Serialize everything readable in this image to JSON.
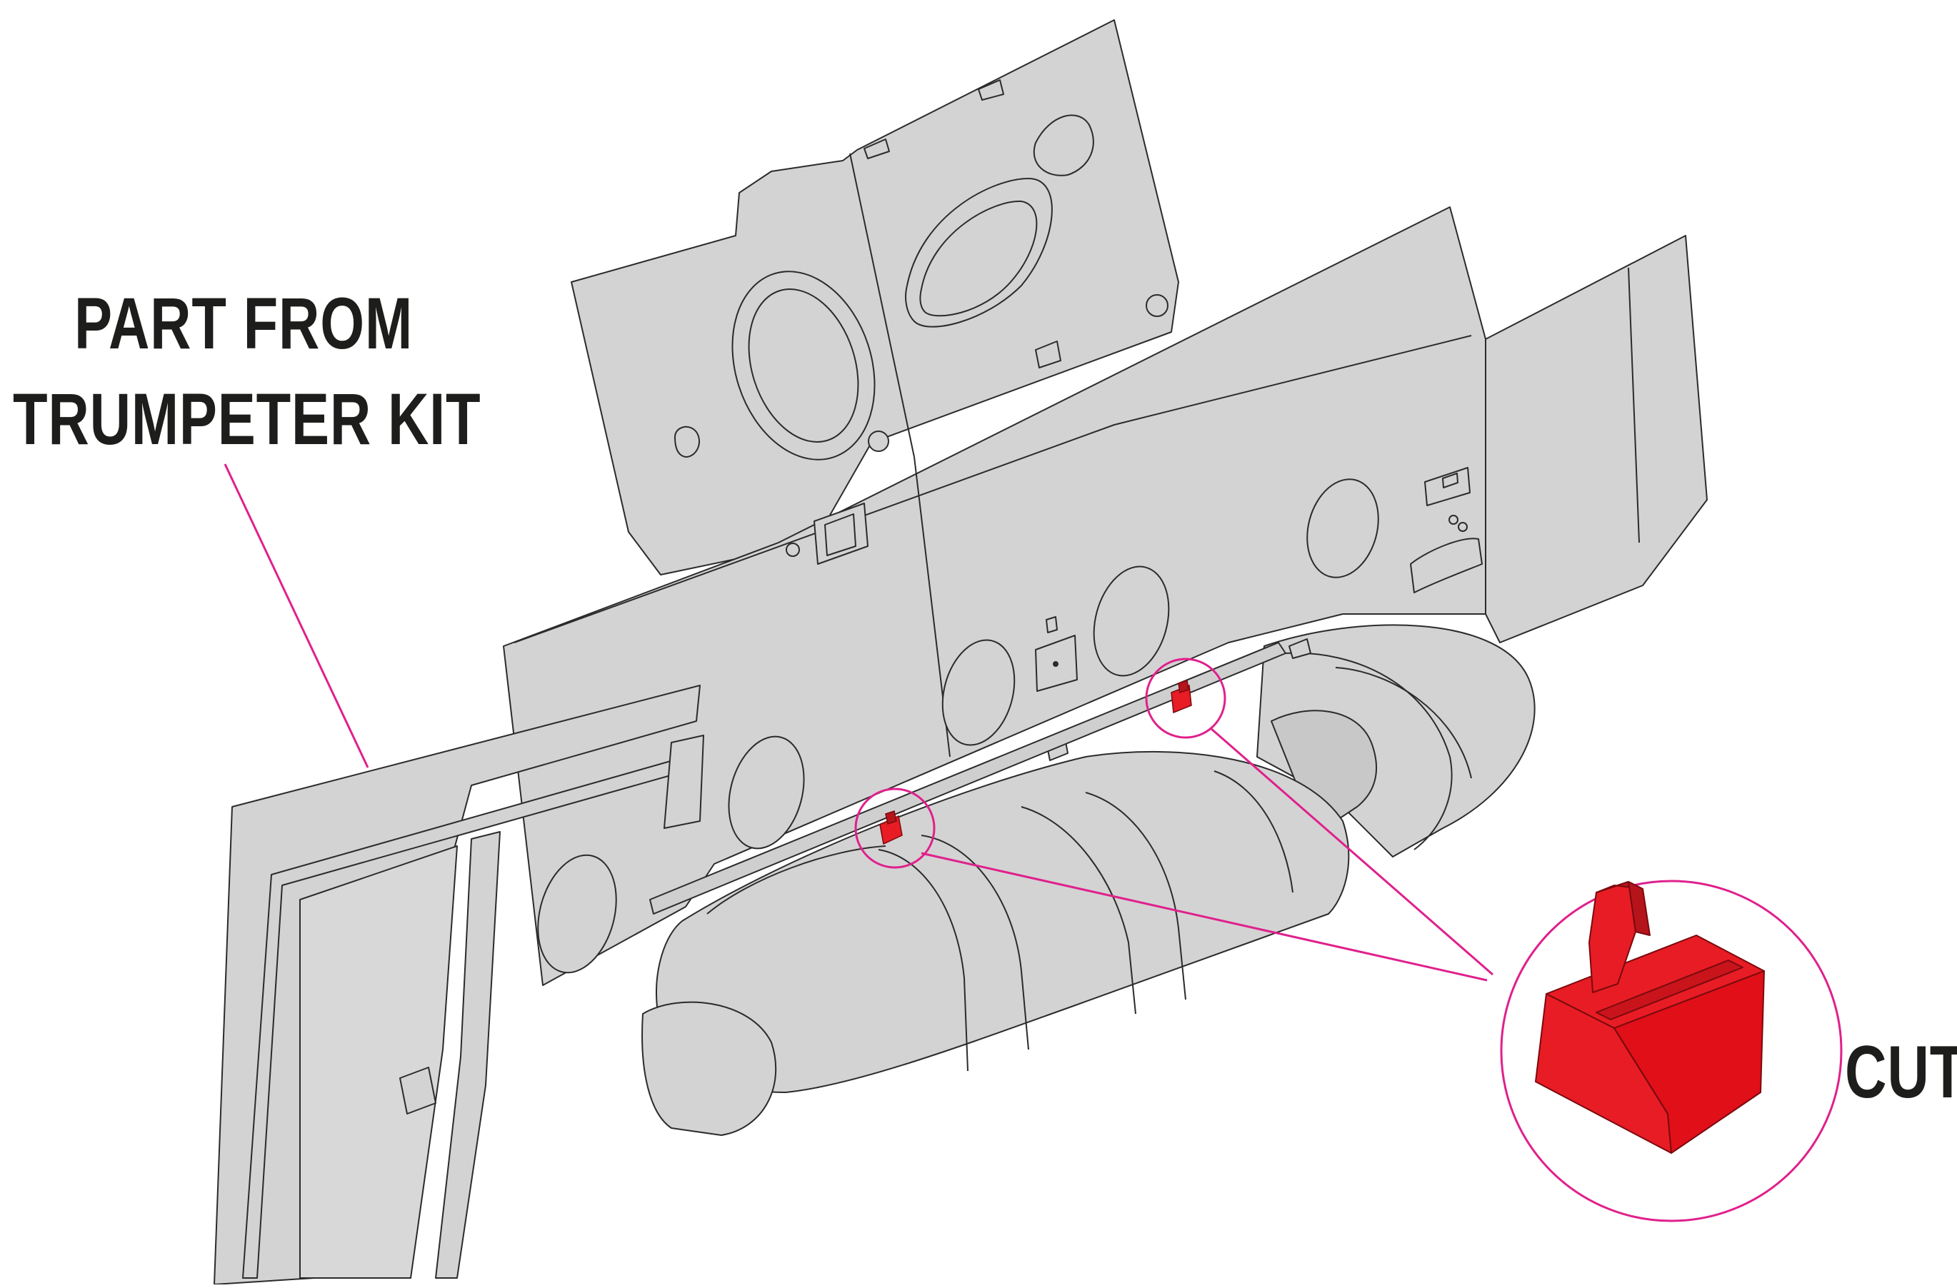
{
  "labels": {
    "part_source_line_1": "PART FROM",
    "part_source_line_2": "TRUMPETER KIT",
    "cut": "CUT"
  },
  "colors": {
    "part_fill": "#d3d3d3",
    "part_stroke": "#2b2b2b",
    "leader_line": "#e0208c",
    "cut_highlight": "#e81c24"
  }
}
